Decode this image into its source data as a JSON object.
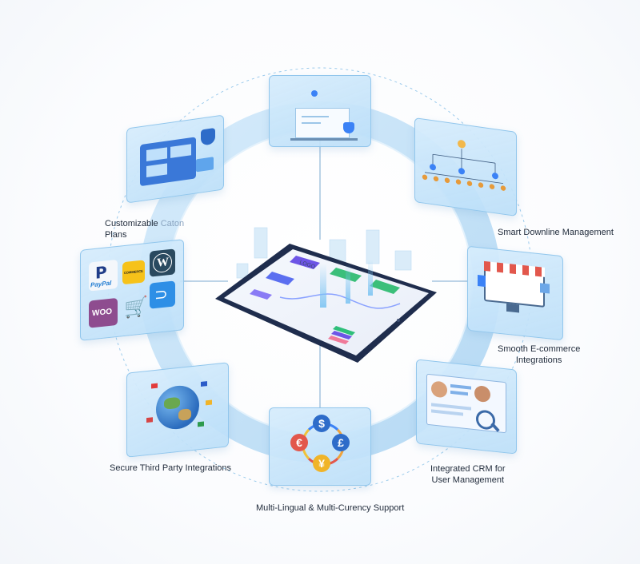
{
  "labels": {
    "top_left": [
      "Customizable",
      "Caton",
      "Plans"
    ],
    "right_top": "Smart Downline Management",
    "right_mid": [
      "Smooth E-commerce",
      "Integrations"
    ],
    "right_bottom": [
      "Integrated CRM for",
      "User Management"
    ],
    "bottom": "Multi-Lingual & Multi-Curency Support",
    "left_bottom": "Secure Third Party Integrations"
  },
  "logos": {
    "paypal": "PayPal",
    "woo": "WOO",
    "wordpress": "W",
    "commerce": "COMMERCE"
  },
  "tablet": {
    "logo": "LOGO"
  },
  "currency": {
    "dollar": "$",
    "euro": "€",
    "pound": "£",
    "yen": "¥"
  },
  "colors": {
    "ring": "#bfe0f7",
    "accent": "#3b82f6",
    "card": "#d6ecfc"
  }
}
